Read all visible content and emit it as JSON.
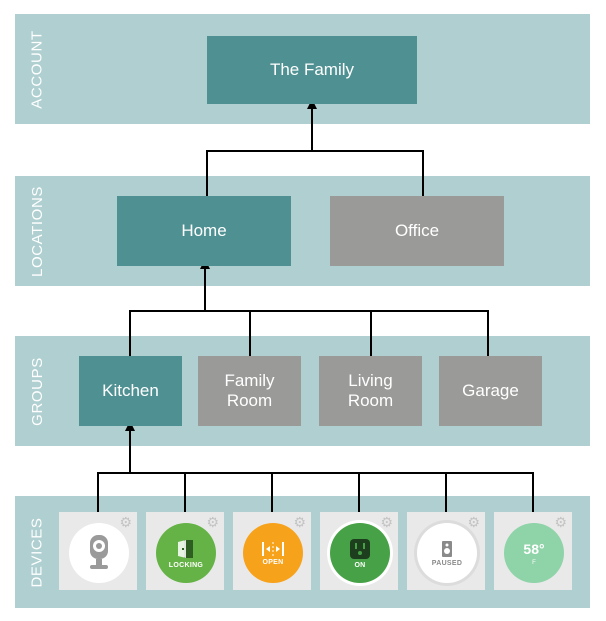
{
  "bands": {
    "account": "ACCOUNT",
    "locations": "LOCATIONS",
    "groups": "GROUPS",
    "devices": "DEVICES"
  },
  "account": {
    "name": "The Family"
  },
  "locations": [
    "Home",
    "Office"
  ],
  "groups": [
    "Kitchen",
    "Family\nRoom",
    "Living\nRoom",
    "Garage"
  ],
  "devices": {
    "camera": {
      "label": ""
    },
    "lock": {
      "label": "LOCKING"
    },
    "garage_door": {
      "label": "OPEN"
    },
    "outlet": {
      "label": "ON"
    },
    "speaker": {
      "label": "PAUSED"
    },
    "thermostat": {
      "value": "58°",
      "unit": "F"
    }
  },
  "colors": {
    "band": "#afcfd1",
    "selected": "#4f9193",
    "unselected": "#9a9a98",
    "lock_green": "#65b346",
    "door_orange": "#f7a21b",
    "outlet_green": "#47a247",
    "thermo_green": "#8fd3a8"
  }
}
